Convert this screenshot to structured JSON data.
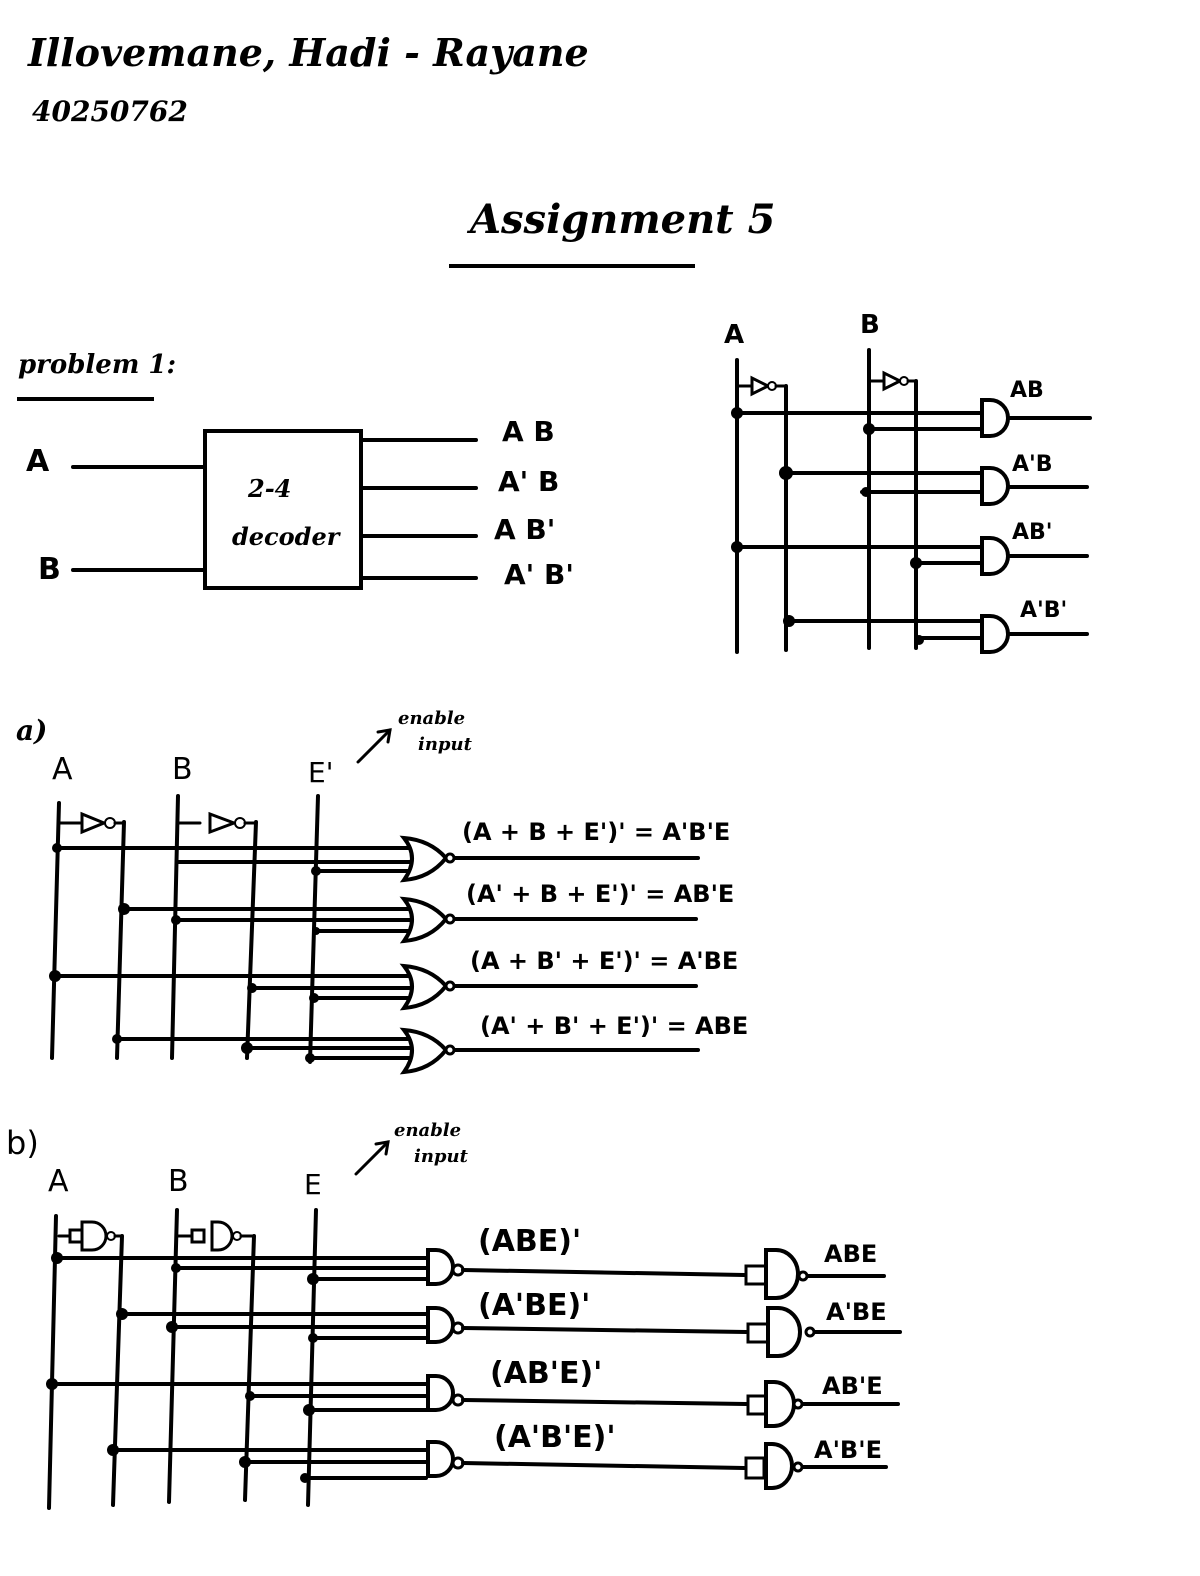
{
  "header": {
    "student_name": "Illovemane, Hadi - Rayane",
    "student_id": "40250762"
  },
  "title": "Assignment 5",
  "problem1": {
    "heading": "problem 1:",
    "block": {
      "inputs": [
        "A",
        "B"
      ],
      "label_line1": "2-4",
      "label_line2": "decoder",
      "outputs": [
        "A B",
        "A' B",
        "A B'",
        "A' B'"
      ]
    },
    "and_gate_circuit": {
      "inputs": [
        "A",
        "B"
      ],
      "outputs": [
        "AB",
        "A'B",
        "AB'",
        "A'B'"
      ]
    }
  },
  "part_a": {
    "label": "a)",
    "inputs": [
      "A",
      "B",
      "E'"
    ],
    "annotation_line1": "enable",
    "annotation_line2": "input",
    "gate_type": "NOR",
    "outputs": [
      "(A + B + E')' = A'B'E",
      "(A' + B + E')' = AB'E",
      "(A + B' + E')' = A'BE",
      "(A' + B' + E')' = ABE"
    ]
  },
  "part_b": {
    "label": "b)",
    "inputs": [
      "A",
      "B",
      "E"
    ],
    "annotation_line1": "enable",
    "annotation_line2": "input",
    "gate_type": "NAND",
    "nand_outputs": [
      "(ABE)'",
      "(A'BE)'",
      "(AB'E)'",
      "(A'B'E)'"
    ],
    "final_outputs": [
      "ABE",
      "A'BE",
      "AB'E",
      "A'B'E"
    ]
  }
}
